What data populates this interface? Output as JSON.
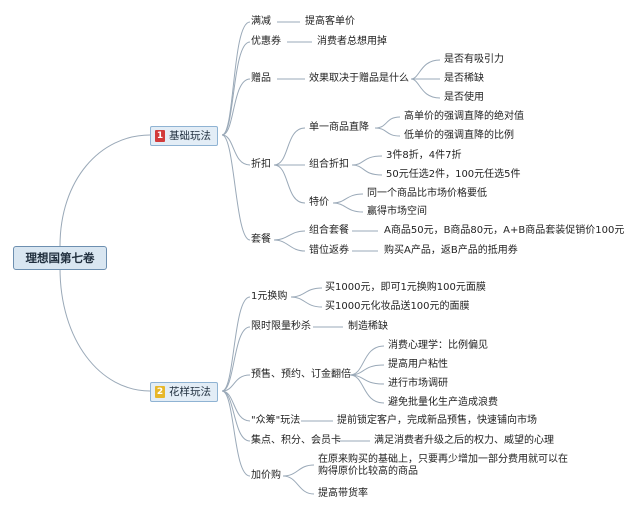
{
  "root": "理想国第七卷",
  "branch1": {
    "num": "1",
    "label": "基础玩法",
    "num_color": "#d23b3b"
  },
  "branch2": {
    "num": "2",
    "label": "花样玩法",
    "num_color": "#e7b72a"
  },
  "b1": {
    "manjian": "满减",
    "manjian_c": "提高客单价",
    "youhui": "优惠券",
    "youhui_c": "消费者总想用掉",
    "zengpin": "赠品",
    "zengpin_c": "效果取决于赠品是什么",
    "zengpin_leaves": [
      "是否有吸引力",
      "是否稀缺",
      "是否使用"
    ],
    "zhekou": "折扣",
    "danyi": "单一商品直降",
    "danyi_leaves": [
      "高单价的强调直降的绝对值",
      "低单价的强调直降的比例"
    ],
    "zuhe": "组合折扣",
    "zuhe_leaves": [
      "3件8折，4件7折",
      "50元任选2件，100元任选5件"
    ],
    "tejia": "特价",
    "tejia_leaves": [
      "同一个商品比市场价格要低",
      "赢得市场空间"
    ],
    "taocan": "套餐",
    "zuhetaocan": "组合套餐",
    "zuhetaocan_c": "A商品50元，B商品80元，A+B商品套装促销价100元",
    "cuowei": "错位返券",
    "cuowei_c": "购买A产品，返B产品的抵用券"
  },
  "b2": {
    "huangou": "1元换购",
    "huangou_leaves": [
      "买1000元，即可1元换购100元面膜",
      "买1000元化妆品送100元的面膜"
    ],
    "xianshi": "限时限量秒杀",
    "xianshi_c": "制造稀缺",
    "yushou": "预售、预约、订金翻倍",
    "yushou_leaves": [
      "消费心理学：比例偏见",
      "提高用户粘性",
      "进行市场调研",
      "避免批量化生产造成浪费"
    ],
    "zhongchou": "\"众筹\"玩法",
    "zhongchou_c": "提前锁定客户，完成新品预售，快速铺向市场",
    "jidian": "集点、积分、会员卡",
    "jidian_c": "满足消费者升级之后的权力、威望的心理",
    "jiajia": "加价购",
    "jiajia_c1": "在原来购买的基础上，只要再少增加一部分费用就可以在购得原价比较高的商品",
    "jiajia_c2": "提高带货率"
  }
}
